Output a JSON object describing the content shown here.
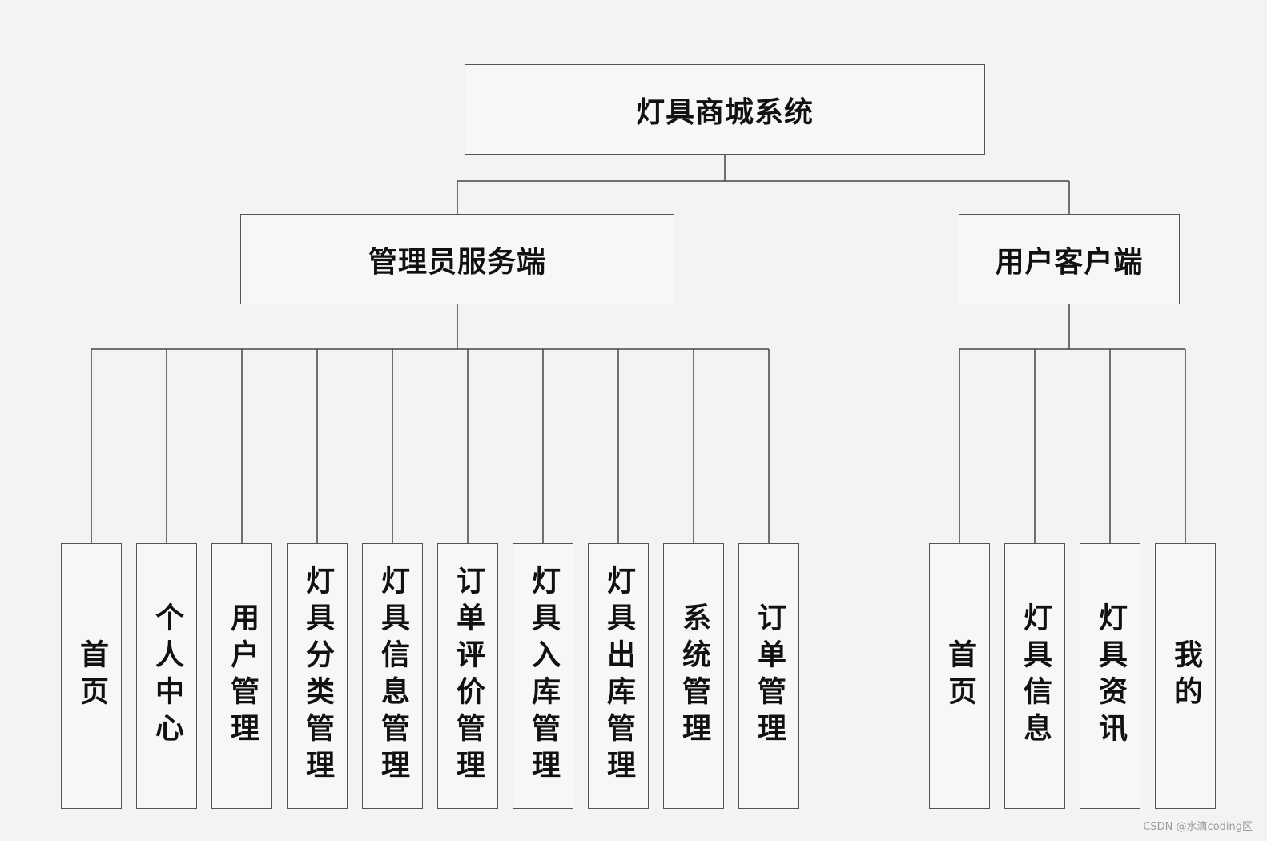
{
  "root": "灯具商城系统",
  "branches": [
    {
      "id": "admin",
      "label": "管理员服务端",
      "children": [
        "首页",
        "个人中心",
        "用户管理",
        "灯具分类管理",
        "灯具信息管理",
        "订单评价管理",
        "灯具入库管理",
        "灯具出库管理",
        "系统管理",
        "订单管理"
      ]
    },
    {
      "id": "user",
      "label": "用户客户端",
      "children": [
        "首页",
        "灯具信息",
        "灯具资讯",
        "我的"
      ]
    }
  ],
  "watermark": "CSDN @水滴coding区"
}
